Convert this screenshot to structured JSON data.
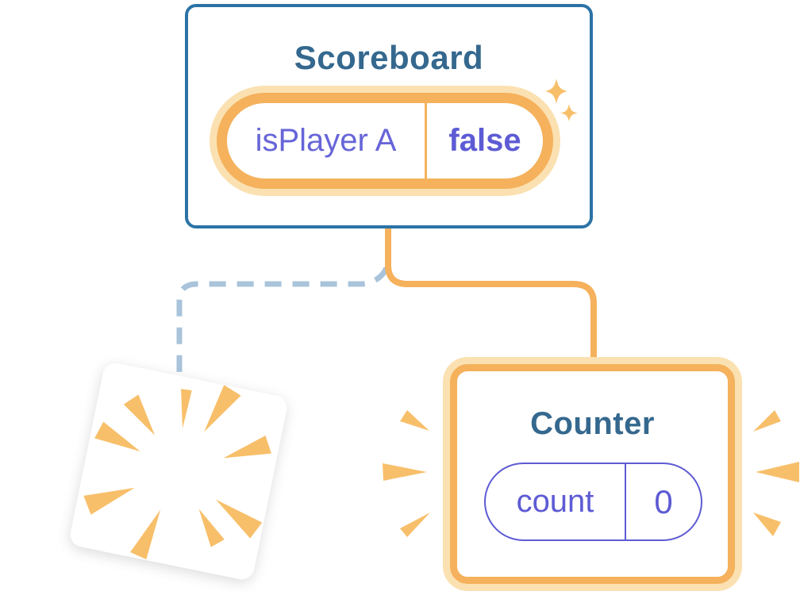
{
  "diagram": {
    "scoreboard": {
      "title": "Scoreboard",
      "state": {
        "key": "isPlayer A",
        "value": "false"
      }
    },
    "counter": {
      "title": "Counter",
      "state": {
        "key": "count",
        "value": "0"
      }
    }
  },
  "icons": {
    "sparkles": "sparkle-icon",
    "burst": "burst-icon",
    "emphasis": "emphasis-marks-icon"
  },
  "colors": {
    "background": "#ffffff",
    "card_border_blue": "#2b73a6",
    "title_blue": "#35688e",
    "orange": "#f5b15c",
    "orange_glow": "#fbe1b1",
    "burst_orange": "#f8bf6a",
    "purple": "#5d5bd4",
    "purple_light": "#6765d8",
    "dashed_line": "#a9c4da"
  }
}
